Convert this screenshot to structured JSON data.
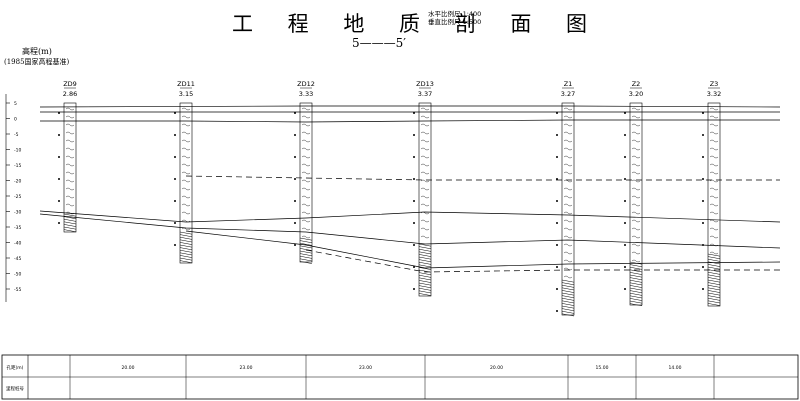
{
  "title": "工 程 地 质 剖 面 图",
  "scale": {
    "horizontal": "水平比例尺 1:400",
    "vertical": "垂直比例尺 1:500"
  },
  "section_label": "5———5′",
  "axis": {
    "label": "高程(m)",
    "datum": "(1985国家高程基准)",
    "ticks": [
      "5",
      "0",
      "-5",
      "-10",
      "-15",
      "-20",
      "-25",
      "-30",
      "-35",
      "-40",
      "-45",
      "-50",
      "-55"
    ]
  },
  "boreholes": [
    {
      "id": "ZD9",
      "elev": "2.86"
    },
    {
      "id": "ZD11",
      "elev": "3.15"
    },
    {
      "id": "ZD12",
      "elev": "3.33"
    },
    {
      "id": "ZD13",
      "elev": "3.37"
    },
    {
      "id": "Z1",
      "elev": "3.27"
    },
    {
      "id": "Z2",
      "elev": "3.20"
    },
    {
      "id": "Z3",
      "elev": "3.32"
    }
  ],
  "table": {
    "row1_label": "孔距(m)",
    "row2_label": "里程桩号",
    "spacings": [
      "20.00",
      "23.00",
      "23.00",
      "20.00",
      "15.00",
      "14.00"
    ]
  },
  "colors": {
    "line": "#000000",
    "background": "#ffffff"
  }
}
